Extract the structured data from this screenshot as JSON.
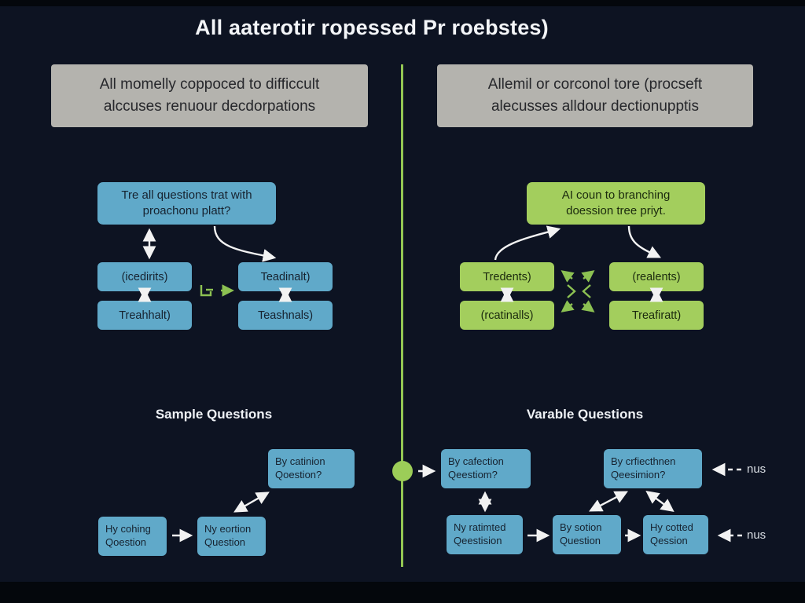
{
  "title": "All aaterotir ropessed Pr roebstes)",
  "colors": {
    "background": "#0d1322",
    "header_gray": "#b4b3ae",
    "blue_box": "#60a9c9",
    "green_box": "#a3ce5d",
    "divider_green": "#93c653",
    "arrow_white": "#f2f2f2",
    "arrow_green": "#8cc152"
  },
  "headers": {
    "left": "All momelly coppoced to difficcult alccuses renuour decdorpations",
    "right": "Allemil or corconol tore (procseft alecusses alldour dectionupptis"
  },
  "left_flow": {
    "top": "Tre all questions trat with proachonu platt?",
    "boxes": [
      "(icedirits)",
      "Teadinalt)",
      "Treahhalt)",
      "Teashnals)"
    ]
  },
  "right_flow": {
    "top": "AI coun to branching doession tree priyt.",
    "boxes": [
      "Tredents)",
      "(realents)",
      "(rcatinalls)",
      "Treafiratt)"
    ]
  },
  "section_labels": {
    "left": "Sample Questions",
    "right": "Varable Questions"
  },
  "bottom_left": {
    "top_box": "By catinion Qoestion?",
    "box1": "Hy cohing Qoestion",
    "box2": "Ny eortion Question"
  },
  "bottom_right": {
    "mid_top": "By cafection Qeestiom?",
    "right_top": "By crfiecthnen Qeesimion?",
    "box1": "Ny ratimted Qeestision",
    "box2": "By sotion Question",
    "box3": "Hy cotted Qession",
    "dash_label_top": "nus",
    "dash_label_bottom": "nus"
  }
}
